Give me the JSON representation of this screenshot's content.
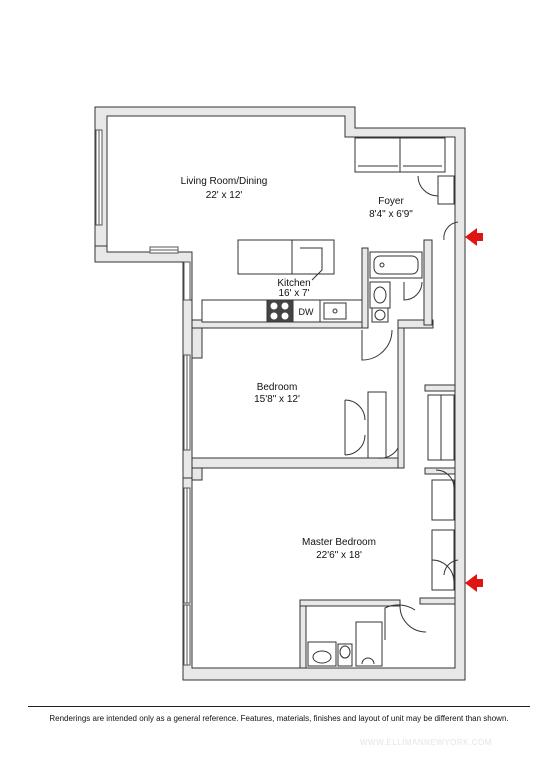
{
  "rooms": {
    "living": {
      "name": "Living Room/Dining",
      "size": "22' x 12'"
    },
    "foyer": {
      "name": "Foyer",
      "size": "8'4\" x 6'9\""
    },
    "kitchen": {
      "name": "Kitchen",
      "size": "16' x 7'"
    },
    "bedroom": {
      "name": "Bedroom",
      "size": "15'8\" x 12'"
    },
    "master": {
      "name": "Master Bedroom",
      "size": "22'6\" x 18'"
    }
  },
  "fixtures": {
    "dishwasher": "DW"
  },
  "disclaimer": "Renderings are intended only as a general reference. Features, materials, finishes and layout of unit may be different than shown.",
  "watermark": "WWW.ELLIMANNEWYORK.COM",
  "colors": {
    "wall": "#e8e8e8",
    "wall_stroke": "#333333",
    "entry_arrow": "#e11414"
  }
}
